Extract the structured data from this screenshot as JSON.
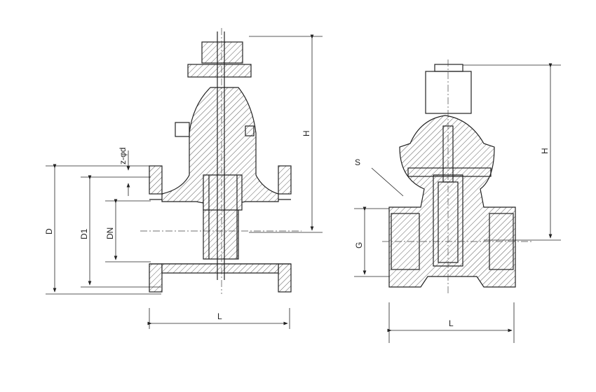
{
  "left_view": {
    "labels": {
      "bolt_holes": "z-φd",
      "flange_od": "D",
      "bolt_circle": "D1",
      "nominal_diameter": "DN",
      "length": "L",
      "height": "H"
    }
  },
  "right_view": {
    "labels": {
      "socket": "S",
      "thread": "G",
      "height": "H",
      "length": "L"
    }
  }
}
